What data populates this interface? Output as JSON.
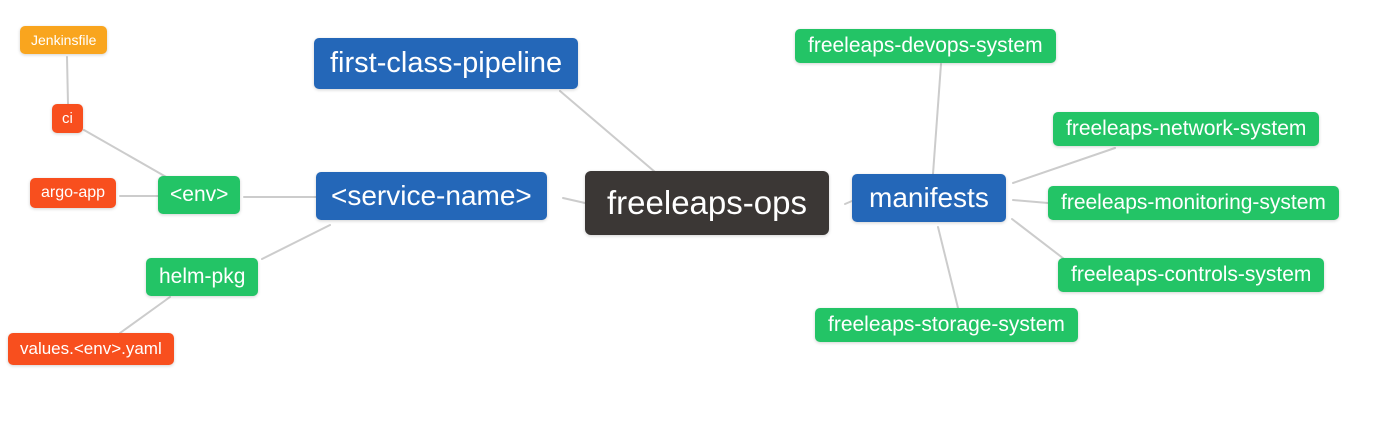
{
  "colors": {
    "blue": "#2467B8",
    "green": "#23C466",
    "orange": "#F9A51E",
    "red": "#F84F1E",
    "dark": "#3B3735",
    "edge": "#CCCCCC",
    "text": "#FFFFFF"
  },
  "nodes": [
    {
      "id": "jenkinsfile",
      "label": "Jenkinsfile",
      "color": "orange"
    },
    {
      "id": "ci",
      "label": "ci",
      "color": "red"
    },
    {
      "id": "argo-app",
      "label": "argo-app",
      "color": "red"
    },
    {
      "id": "env",
      "label": "<env>",
      "color": "green"
    },
    {
      "id": "helm-pkg",
      "label": "helm-pkg",
      "color": "green"
    },
    {
      "id": "values-env-yaml",
      "label": "values.<env>.yaml",
      "color": "red"
    },
    {
      "id": "first-class-pipeline",
      "label": "first-class-pipeline",
      "color": "blue"
    },
    {
      "id": "service-name",
      "label": "<service-name>",
      "color": "blue"
    },
    {
      "id": "freeleaps-ops",
      "label": "freeleaps-ops",
      "color": "dark"
    },
    {
      "id": "manifests",
      "label": "manifests",
      "color": "blue"
    },
    {
      "id": "freeleaps-devops-system",
      "label": "freeleaps-devops-system",
      "color": "green"
    },
    {
      "id": "freeleaps-network-system",
      "label": "freeleaps-network-system",
      "color": "green"
    },
    {
      "id": "freeleaps-monitoring-system",
      "label": "freeleaps-monitoring-system",
      "color": "green"
    },
    {
      "id": "freeleaps-controls-system",
      "label": "freeleaps-controls-system",
      "color": "green"
    },
    {
      "id": "freeleaps-storage-system",
      "label": "freeleaps-storage-system",
      "color": "green"
    }
  ],
  "connections": [
    {
      "from": "jenkinsfile",
      "to": "ci"
    },
    {
      "from": "ci",
      "to": "env"
    },
    {
      "from": "argo-app",
      "to": "env"
    },
    {
      "from": "env",
      "to": "service-name"
    },
    {
      "from": "helm-pkg",
      "to": "service-name"
    },
    {
      "from": "values-env-yaml",
      "to": "helm-pkg"
    },
    {
      "from": "first-class-pipeline",
      "to": "freeleaps-ops"
    },
    {
      "from": "service-name",
      "to": "freeleaps-ops"
    },
    {
      "from": "freeleaps-ops",
      "to": "manifests"
    },
    {
      "from": "manifests",
      "to": "freeleaps-devops-system"
    },
    {
      "from": "manifests",
      "to": "freeleaps-network-system"
    },
    {
      "from": "manifests",
      "to": "freeleaps-monitoring-system"
    },
    {
      "from": "manifests",
      "to": "freeleaps-controls-system"
    },
    {
      "from": "manifests",
      "to": "freeleaps-storage-system"
    }
  ]
}
